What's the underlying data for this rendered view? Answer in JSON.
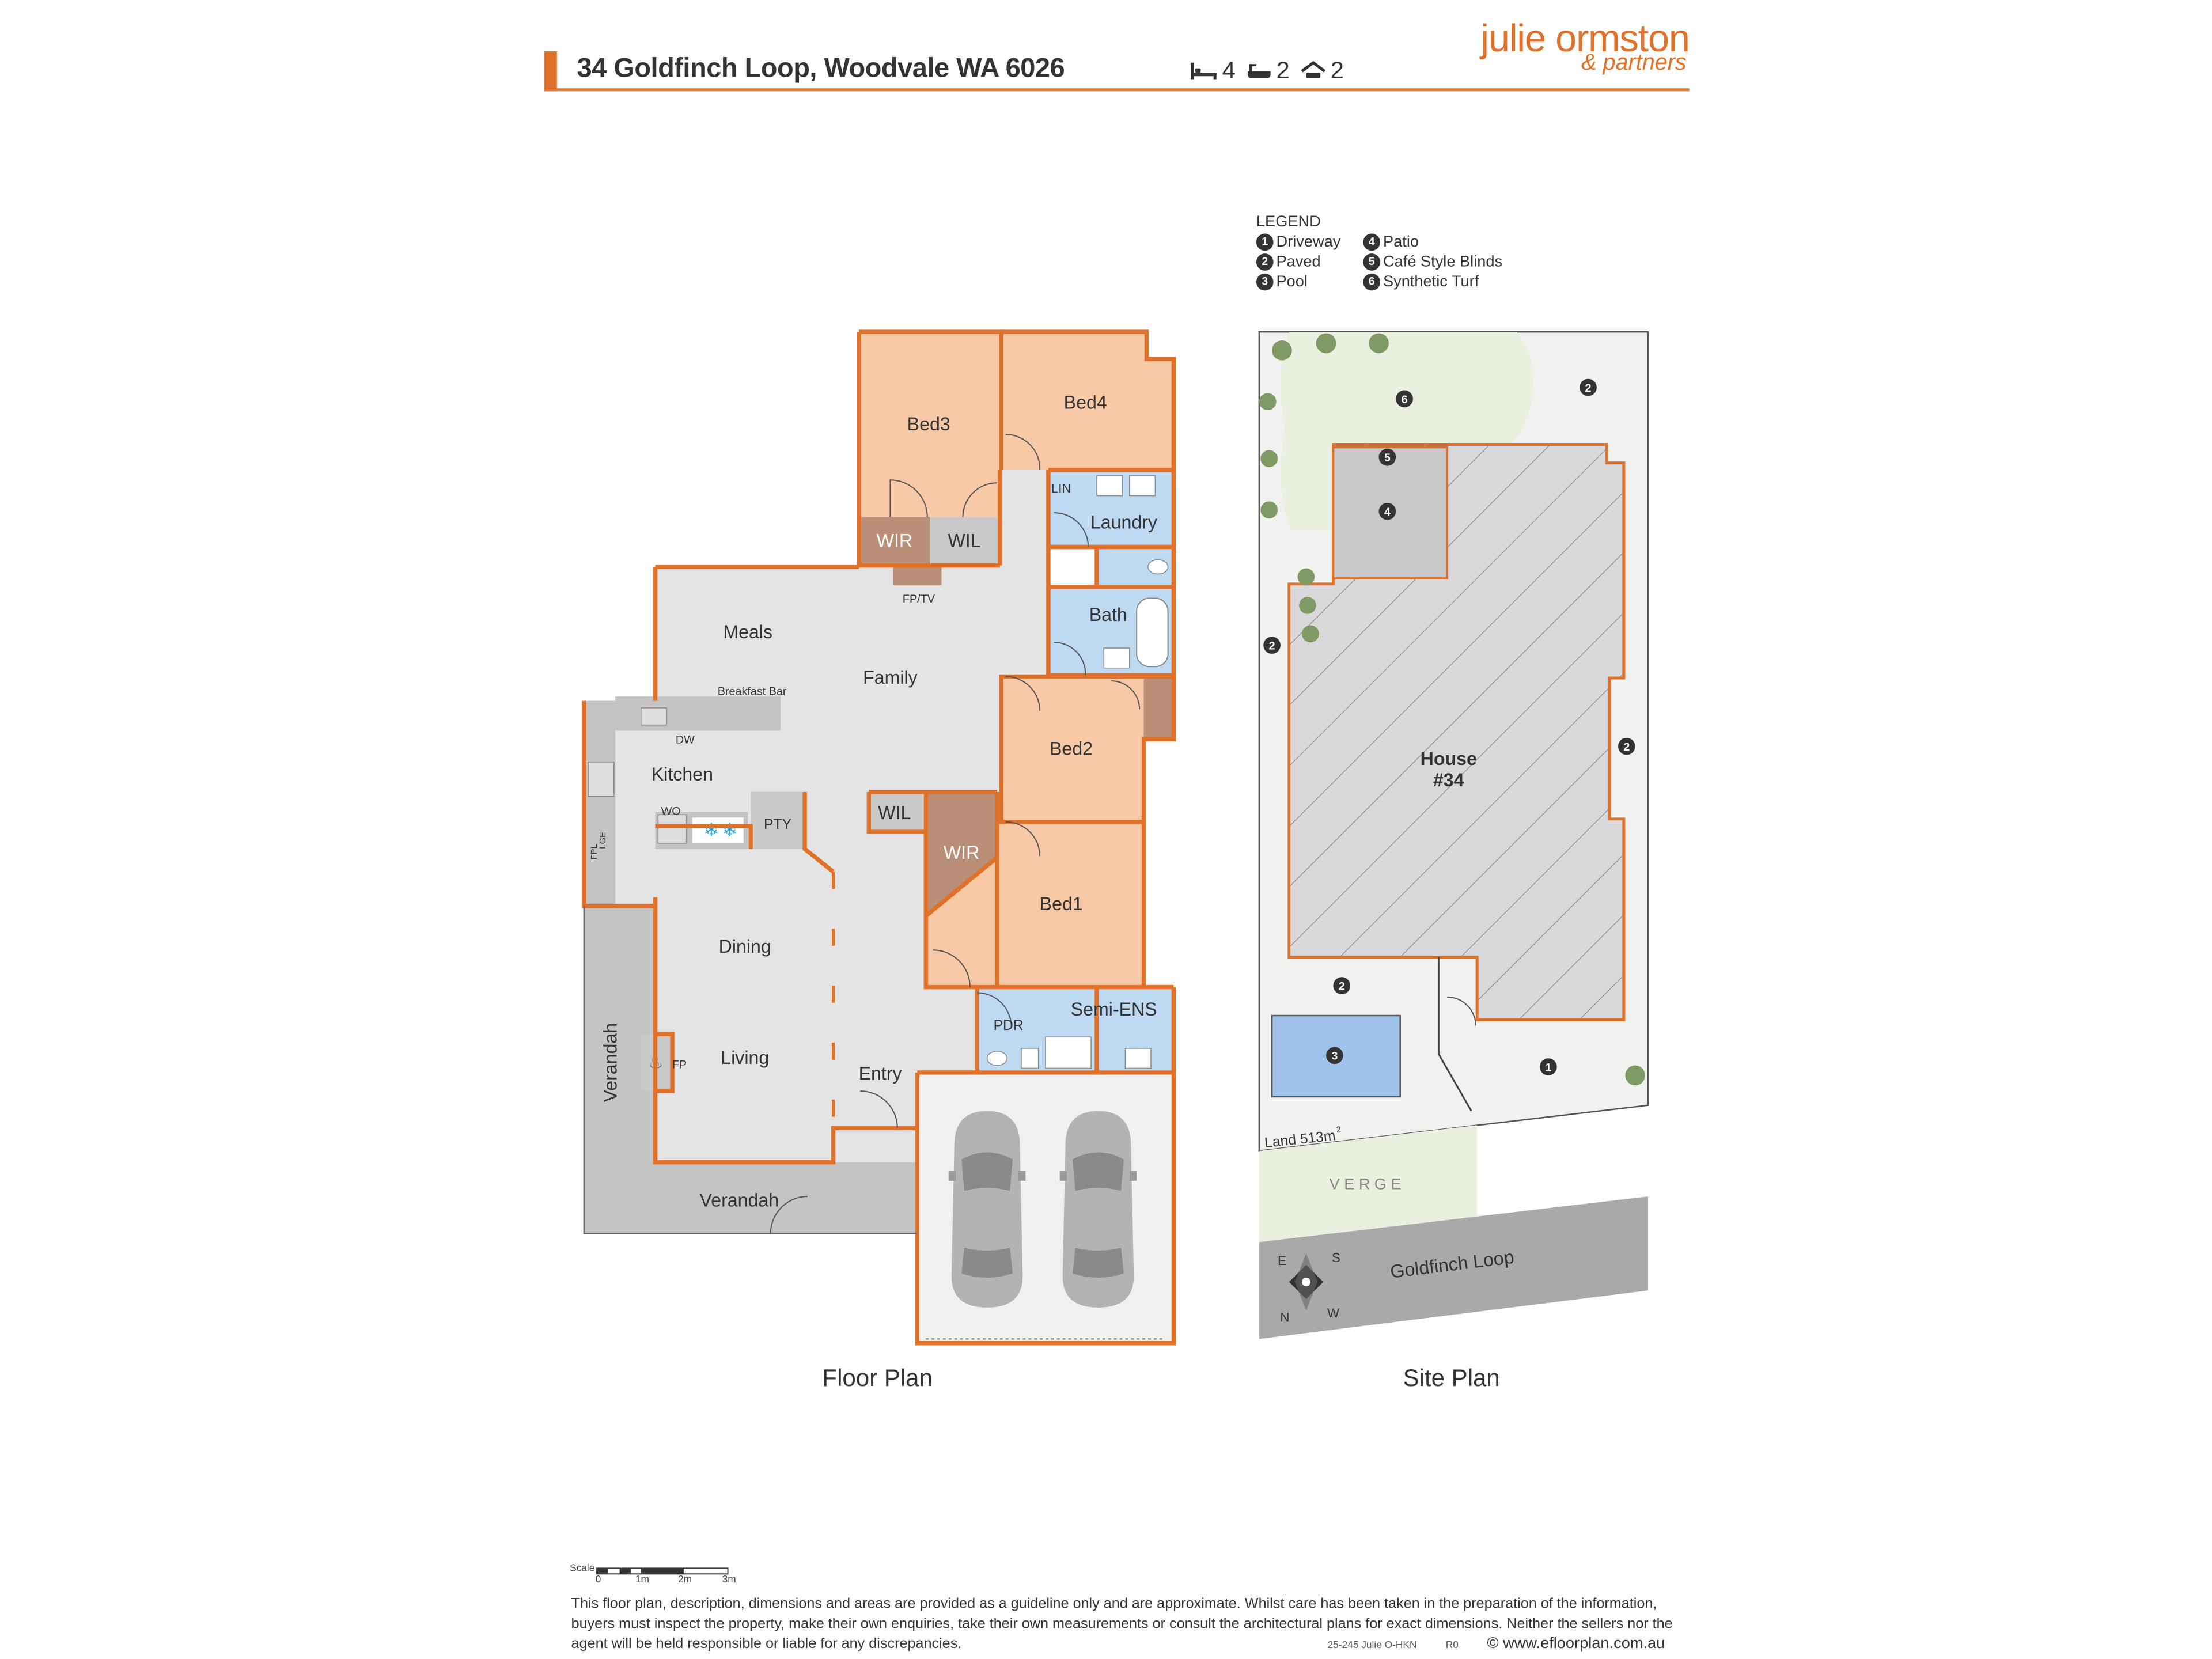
{
  "header": {
    "address": "34 Goldfinch Loop, Woodvale WA 6026",
    "bedrooms": "4",
    "bathrooms": "2",
    "garage": "2"
  },
  "brand": {
    "name": "julie ormston",
    "sub": "& partners"
  },
  "colors": {
    "accent": "#e0712a",
    "bedroom_fill": "#f8c9a6",
    "robe_fill": "#b98f78",
    "living_fill": "#e4e4e4",
    "wet_fill": "#bed9f2",
    "verandah_fill": "#c4c4c4",
    "pool_fill": "#9fc3ec",
    "turf_fill": "#eaf0df",
    "road_fill": "#a9a9a9"
  },
  "legend": {
    "title": "LEGEND",
    "items": [
      {
        "num": "1",
        "label": "Driveway"
      },
      {
        "num": "4",
        "label": "Patio"
      },
      {
        "num": "2",
        "label": "Paved"
      },
      {
        "num": "5",
        "label": "Café Style Blinds"
      },
      {
        "num": "3",
        "label": "Pool"
      },
      {
        "num": "6",
        "label": "Synthetic Turf"
      }
    ]
  },
  "rooms": {
    "bed3": "Bed3",
    "bed4": "Bed4",
    "bed2": "Bed2",
    "bed1": "Bed1",
    "wir": "WIR",
    "wil": "WIL",
    "lin": "LIN",
    "laundry": "Laundry",
    "bath": "Bath",
    "fptv": "FP/TV",
    "meals": "Meals",
    "family": "Family",
    "breakfast_bar": "Breakfast Bar",
    "dw": "DW",
    "kitchen": "Kitchen",
    "wo": "WO",
    "pty": "PTY",
    "fpl": "FPL",
    "lge": "LGE",
    "dining": "Dining",
    "living": "Living",
    "fp": "FP",
    "entry": "Entry",
    "verandah": "Verandah",
    "pdr": "PDR",
    "semi_ens": "Semi-ENS"
  },
  "site": {
    "house": "House",
    "house_num": "#34",
    "land": "Land 513m",
    "land_sup": "2",
    "verge": "VERGE",
    "street": "Goldfinch Loop",
    "compass": {
      "n": "N",
      "s": "S",
      "e": "E",
      "w": "W"
    },
    "markers": [
      "1",
      "2",
      "3",
      "4",
      "5",
      "6"
    ]
  },
  "captions": {
    "floor": "Floor Plan",
    "site": "Site Plan"
  },
  "footer": {
    "scale_label": "Scale",
    "ticks": [
      "0",
      "1m",
      "2m",
      "3m"
    ],
    "disclaimer": "This floor plan, description, dimensions and areas are provided as a guideline only and are approximate. Whilst care has been taken in the preparation of the information, buyers must inspect the property, make their own enquiries, take their own measurements or consult the architectural plans for exact dimensions. Neither the sellers nor the agent will be held responsible or liable for any discrepancies.",
    "ref_code": "25-245 Julie O-HKN",
    "ref_rev": "R0",
    "copyright": "© www.efloorplan.com.au"
  }
}
